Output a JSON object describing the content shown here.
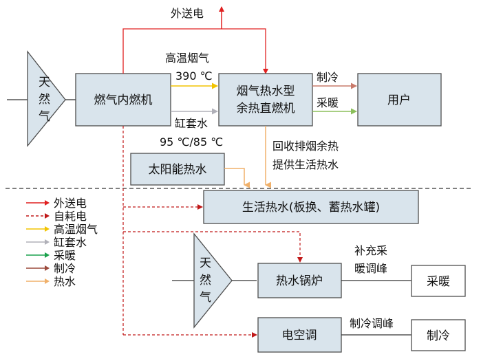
{
  "colors": {
    "box_fill": "#d9e4ec",
    "box_stroke": "#4d4d4d",
    "export_power": "#e02020",
    "self_power": "#c01818",
    "flue_gas": "#f2c400",
    "jacket_water": "#b0b0b8",
    "heating": "#19a14b",
    "cooling": "#9c4a3c",
    "hot_water": "#f0b06a",
    "arrow_heating_link": "#8bbf5a",
    "arrow_cooling_link": "#c97a6a"
  },
  "nodes": {
    "gas_top": "天然气",
    "gas_engine": "燃气内燃机",
    "chiller": [
      "烟气热水型",
      "余热直燃机"
    ],
    "user": "用户",
    "solar": "太阳能热水",
    "domestic_hot_water": "生活热水(板换、蓄热水罐)",
    "gas_bottom": "天然气",
    "boiler": "热水锅炉",
    "heating_box": "采暖",
    "ac": "电空调",
    "cooling_box": "制冷"
  },
  "labels": {
    "export_power": "外送电",
    "flue_gas": "高温烟气",
    "flue_temp": "390 ℃",
    "jacket_water": "缸套水",
    "jacket_temp": "95 ℃/85 ℃",
    "cooling": "制冷",
    "heating": "采暖",
    "recover": [
      "回收排烟余热",
      "提供生活热水"
    ],
    "peak_heating": [
      "补充采",
      "暖调峰"
    ],
    "peak_cooling": "制冷调峰"
  },
  "legend": [
    {
      "label": "外送电",
      "color": "#e02020",
      "style": "solid"
    },
    {
      "label": "自耗电",
      "color": "#c01818",
      "style": "dashed"
    },
    {
      "label": "高温烟气",
      "color": "#f2c400",
      "style": "solid"
    },
    {
      "label": "缸套水",
      "color": "#b0b0b8",
      "style": "solid"
    },
    {
      "label": "采暖",
      "color": "#19a14b",
      "style": "solid"
    },
    {
      "label": "制冷",
      "color": "#9c4a3c",
      "style": "solid"
    },
    {
      "label": "热水",
      "color": "#f0b06a",
      "style": "solid"
    }
  ]
}
